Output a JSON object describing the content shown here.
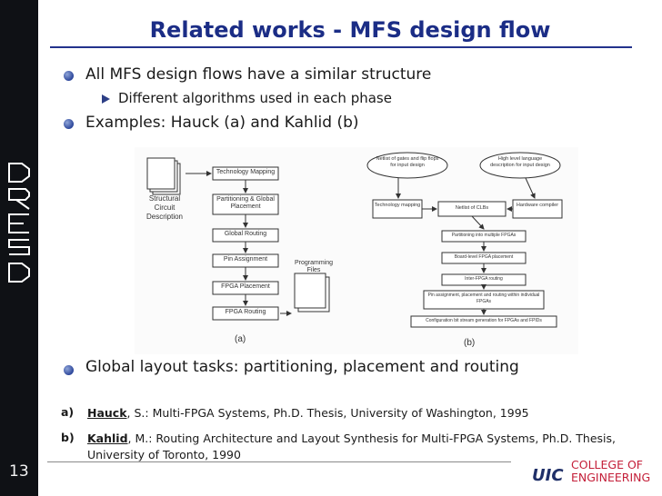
{
  "slide": {
    "title": "Related works - MFS design flow",
    "page_number": "13",
    "logo_text": "DRESD"
  },
  "bullets": [
    {
      "text": "All MFS design flows have a similar structure"
    },
    {
      "sub": "Different algorithms used in each phase"
    },
    {
      "text": "Examples: Hauck (a) and Kahlid (b)"
    },
    {
      "text": "Global layout tasks: partitioning, placement and routing"
    }
  ],
  "references": [
    {
      "letter": "a)",
      "author": "Hauck",
      "rest": ", S.: Multi-FPGA Systems, Ph.D. Thesis, University of Washington, 1995"
    },
    {
      "letter": "b)",
      "author": "Kahlid",
      "rest": ", M.: Routing Architecture and Layout Synthesis for Multi-FPGA Systems, Ph.D. Thesis, University of Toronto, 1990"
    }
  ],
  "figure": {
    "a": {
      "input": "Structural Circuit Description",
      "steps": [
        "Technology Mapping",
        "Partitioning & Global Placement",
        "Global Routing",
        "Pin Assignment",
        "FPGA Placement",
        "FPGA Routing"
      ],
      "output": "Programming Files",
      "label": "(a)"
    },
    "b": {
      "input_left": "Netlist of gates and flip flops for input design",
      "input_right": "High level language description for input design",
      "tech_mapping": "Technology mapping",
      "netlist_clbs": "Netlist of CLBs",
      "hw_compiler": "Hardware compiler",
      "steps": [
        "Partitioning into multiple FPGAs",
        "Board-level FPGA placement",
        "Inter-FPGA routing",
        "Pin assignment, placement and routing within individual FPGAs",
        "Configuration bit stream generation for FPGAs and FPIDs"
      ],
      "label": "(b)"
    }
  },
  "footer": {
    "brand_short": "UIC",
    "brand_line1": "COLLEGE OF",
    "brand_line2": "ENGINEERING"
  }
}
